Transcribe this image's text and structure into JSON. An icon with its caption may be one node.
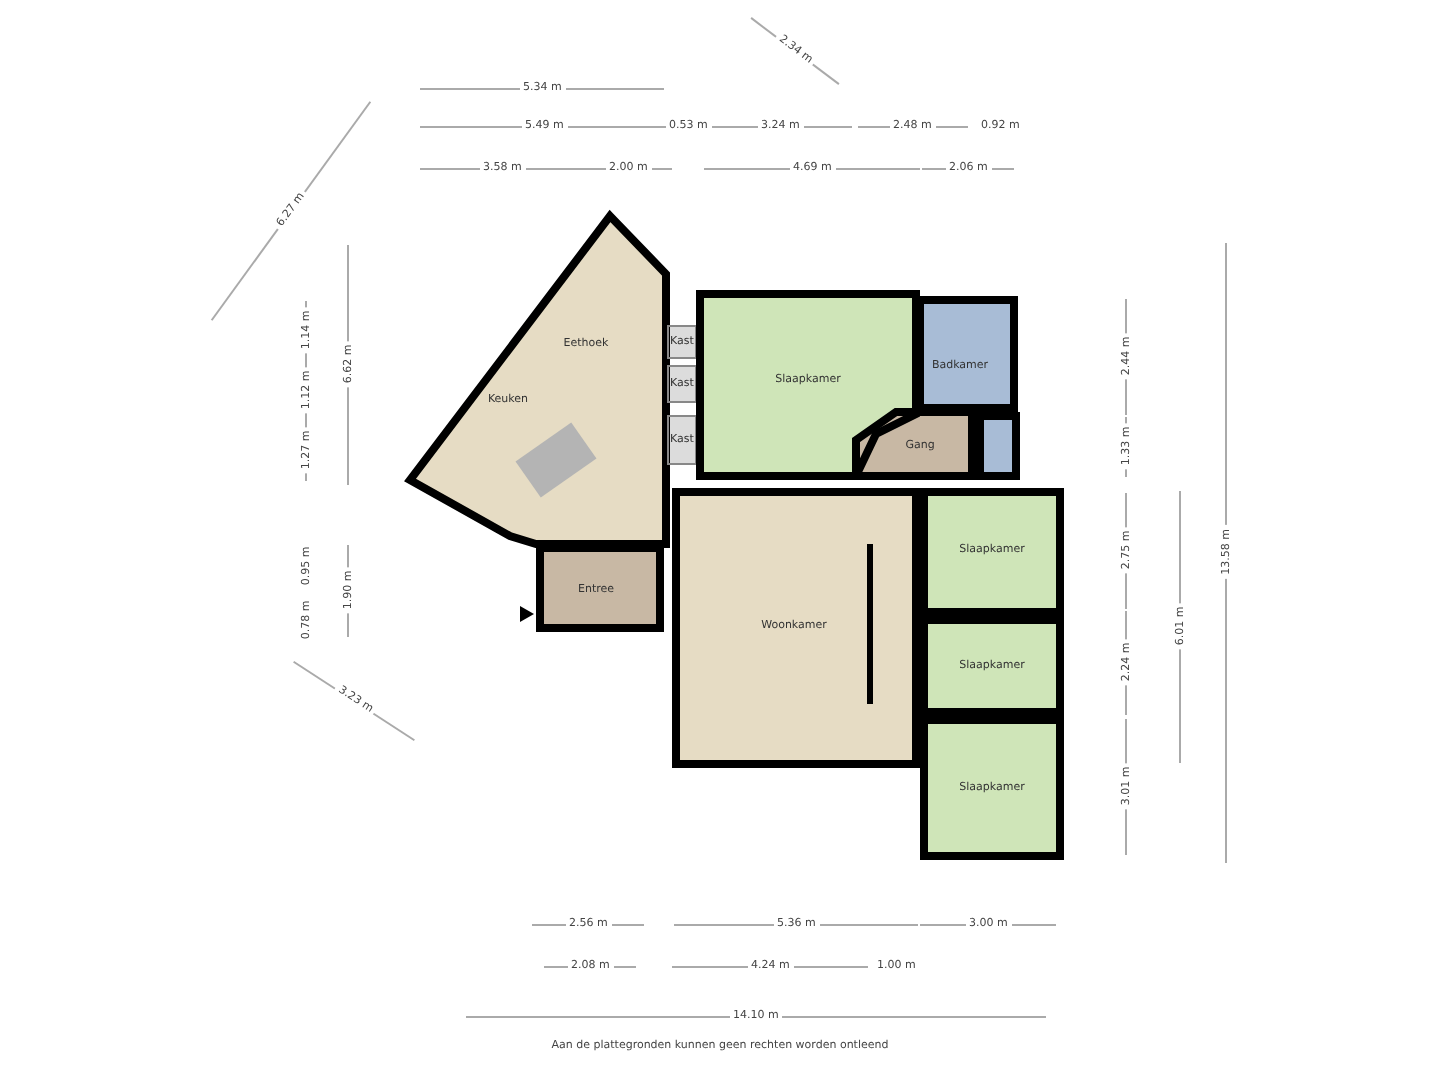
{
  "diagram": {
    "caption": "Aan de plattegronden kunnen geen rechten worden ontleend",
    "nodes": [
      {
        "text": [
          "Eethoek",
          "Keuken"
        ]
      },
      {
        "text": [
          "Kast"
        ]
      },
      {
        "text": [
          "Kast"
        ]
      },
      {
        "text": [
          "Kast"
        ]
      },
      {
        "text": [
          "Slaapkamer"
        ]
      },
      {
        "text": [
          "Badkamer"
        ]
      },
      {
        "text": [
          "Gang"
        ]
      },
      {
        "text": [],
        "shape": "box"
      },
      {
        "text": [
          "Entree"
        ]
      },
      {
        "text": [
          "Woonkamer"
        ]
      },
      {
        "text": [
          "Slaapkamer"
        ]
      },
      {
        "text": [
          "Slaapkamer"
        ]
      },
      {
        "text": [
          "Slaapkamer"
        ]
      }
    ],
    "edges": [],
    "labels": [
      "2.34 m",
      "5.34 m",
      "5.49 m",
      "0.53 m",
      "3.24 m",
      "2.48 m",
      "0.92 m",
      "3.58 m",
      "2.00 m",
      "4.69 m",
      "2.06 m",
      "6.27 m",
      "1.14 m",
      "1.12 m",
      "1.27 m",
      "6.62 m",
      "0.95 m",
      "0.78 m",
      "1.90 m",
      "3.23 m",
      "2.44 m",
      "1.33 m",
      "2.75 m",
      "2.24 m",
      "3.01 m",
      "6.01 m",
      "13.58 m",
      "2.56 m",
      "5.36 m",
      "3.00 m",
      "2.08 m",
      "4.24 m",
      "1.00 m",
      "14.10 m"
    ]
  }
}
